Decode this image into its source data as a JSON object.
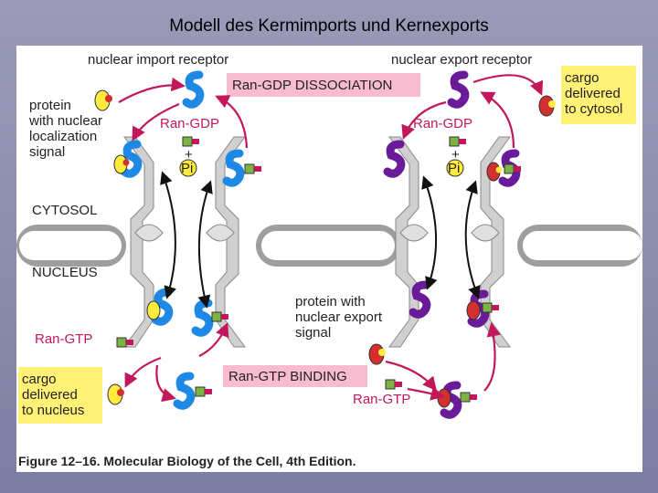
{
  "title": "Modell des Kermimports und Kernexports",
  "labels": {
    "import_receptor": "nuclear import receptor",
    "export_receptor": "nuclear export receptor",
    "gdp_dissociation": "Ran-GDP DISSOCIATION",
    "gtp_binding": "Ran-GTP BINDING",
    "nls_protein": [
      "protein",
      "with nuclear",
      "localization",
      "signal"
    ],
    "ran_gdp_left": "Ran-GDP",
    "ran_gdp_right": "Ran-GDP",
    "pi_left": "Pi",
    "pi_right": "Pi",
    "plus": "+",
    "cytosol": "CYTOSOL",
    "nucleus": "NUCLEUS",
    "ran_gtp_left": "Ran-GTP",
    "ran_gtp_right": "Ran-GTP",
    "nes_protein": [
      "protein with",
      "nuclear export",
      "signal"
    ],
    "cargo_cytosol": [
      "cargo",
      "delivered",
      "to cytosol"
    ],
    "cargo_nucleus": [
      "cargo",
      "delivered",
      "to nucleus"
    ],
    "caption": "Figure 12–16. Molecular Biology of the Cell, 4th Edition."
  },
  "colors": {
    "import_receptor": "#1e88e5",
    "export_receptor": "#6a1b9a",
    "cargo_nls": "#ffeb3b",
    "cargo_nes": "#d32f2f",
    "ran": "#7cb342",
    "arrow": "#c2185b",
    "pore": "#bdbdbd",
    "box_fill_yellow": "#fff176",
    "box_fill_pink": "#f8bbd0"
  }
}
